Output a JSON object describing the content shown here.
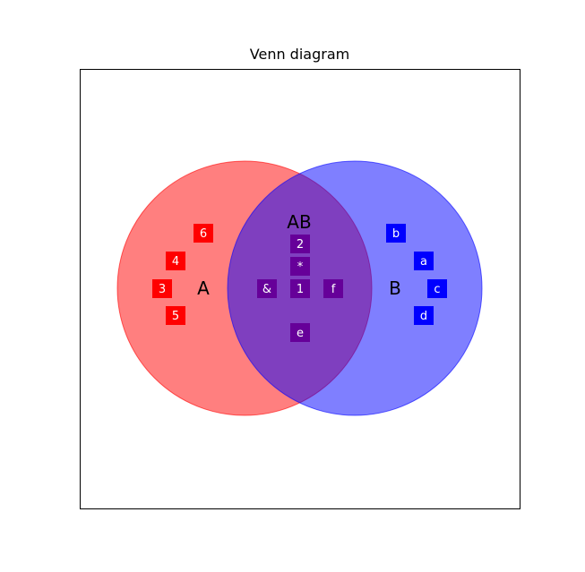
{
  "title": "Venn diagram",
  "sets": {
    "A": {
      "label": "A",
      "color": "#ff0000",
      "alpha": 0.5
    },
    "B": {
      "label": "B",
      "color": "#0000ff",
      "alpha": 0.5
    }
  },
  "intersection": {
    "label": "AB",
    "color": "#660099"
  },
  "elements": {
    "A_only": [
      "6",
      "4",
      "3",
      "5"
    ],
    "AB": [
      "2",
      "*",
      "&",
      "1",
      "f",
      "e"
    ],
    "B_only": [
      "b",
      "a",
      "c",
      "d"
    ]
  }
}
